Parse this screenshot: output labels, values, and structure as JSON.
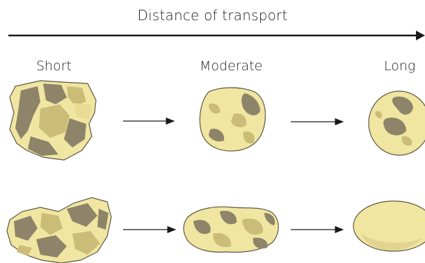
{
  "diagram": {
    "title": "Distance of transport",
    "stages": [
      {
        "label": "Short"
      },
      {
        "label": "Moderate"
      },
      {
        "label": "Long"
      }
    ],
    "colors": {
      "grain_light": "#f0e6a2",
      "grain_mid": "#cbbd78",
      "grain_dark": "#8d846a",
      "outline": "#5c5642",
      "arrow": "#1a1a1a"
    }
  }
}
